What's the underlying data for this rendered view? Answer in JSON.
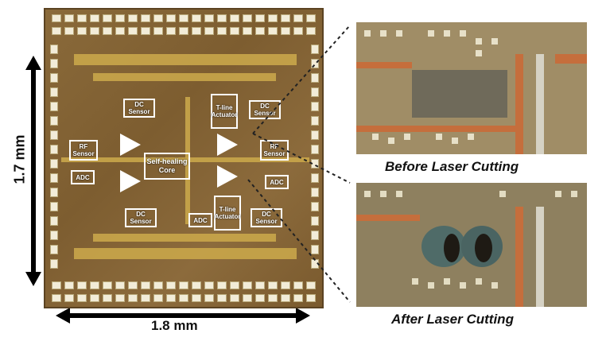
{
  "dimensions": {
    "height_label": "1.7 mm",
    "width_label": "1.8 mm"
  },
  "blocks": {
    "dc_sensor_tl": "DC\nSensor",
    "dc_sensor_tr": "DC\nSensor",
    "dc_sensor_bl": "DC\nSensor",
    "dc_sensor_br": "DC\nSensor",
    "tline_top": "T-line\nActuator",
    "tline_bottom": "T-line\nActuator",
    "rf_sensor_left": "RF\nSensor",
    "rf_sensor_right": "RF\nSensor",
    "adc_left": "ADC",
    "adc_right": "ADC",
    "adc_bottom": "ADC",
    "core": "Self-healing\nCore",
    "pa": "PA"
  },
  "captions": {
    "before": "Before Laser Cutting",
    "after": "After Laser Cutting"
  },
  "colors": {
    "die": "#8a6a3a",
    "metal": "#c9a64a",
    "pad": "#f2ecd8",
    "label": "#ffffff"
  }
}
